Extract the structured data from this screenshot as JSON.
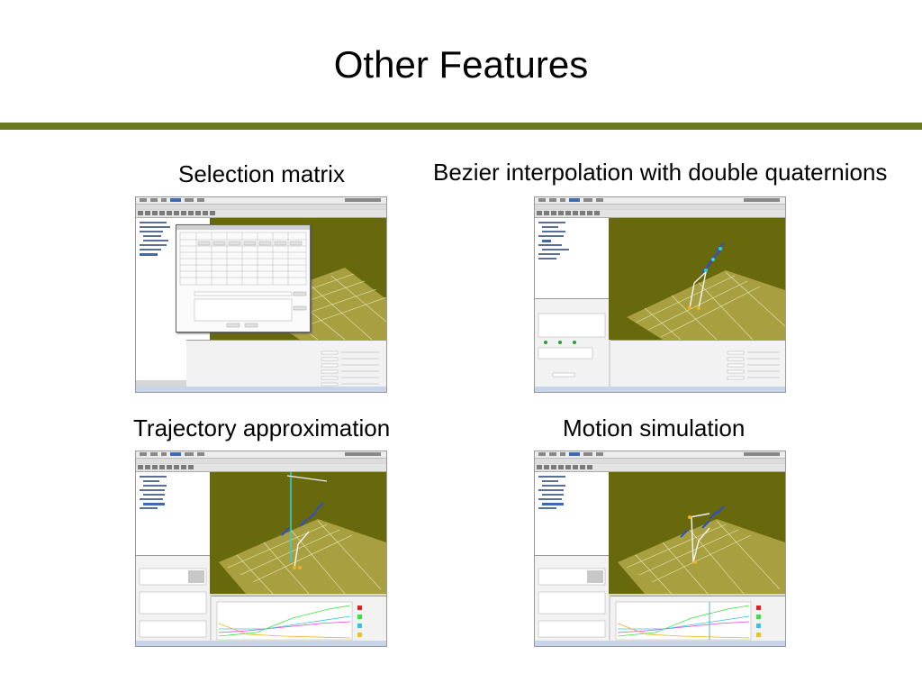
{
  "slide": {
    "title": "Other Features",
    "accent_color": "#6b7a1f"
  },
  "panels": [
    {
      "id": "selection",
      "caption": "Selection matrix"
    },
    {
      "id": "bezier",
      "caption": "Bezier interpolation with double quaternions"
    },
    {
      "id": "trajectory",
      "caption": "Trajectory approximation"
    },
    {
      "id": "motion",
      "caption": "Motion simulation"
    }
  ],
  "colors": {
    "viewport": "#68680c",
    "grid_fill": "#a8a040",
    "grid_line": "#e6e6b4",
    "robot_blue": "#2f4fd0",
    "robot_cyan": "#2fd0e0",
    "robot_white": "#f0f0f0",
    "highlight": "#3d6ab4"
  }
}
